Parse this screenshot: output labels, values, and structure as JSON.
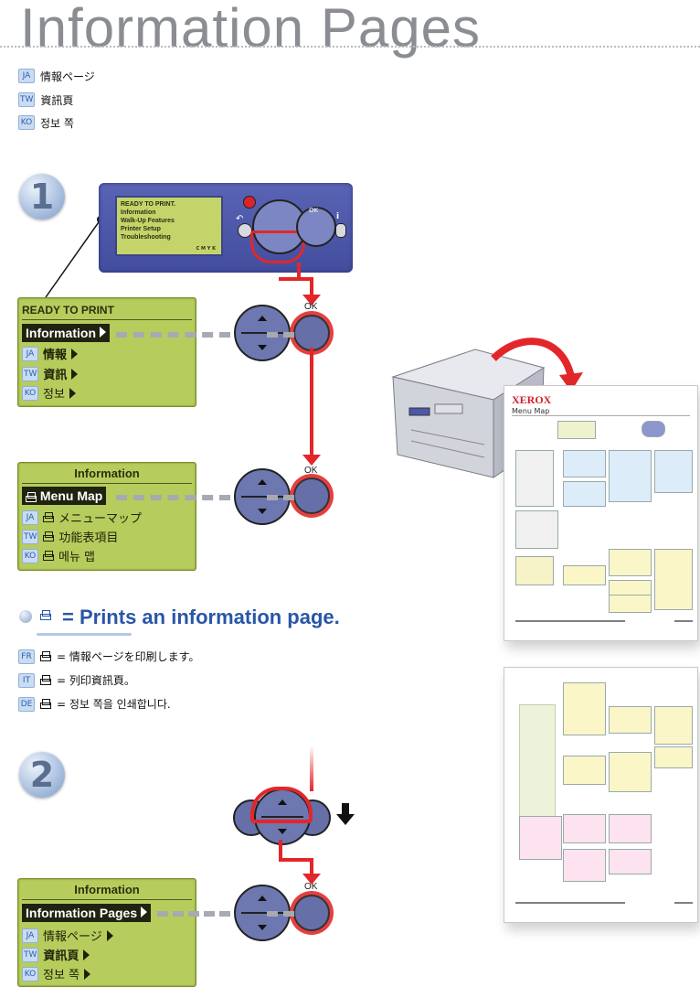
{
  "page": {
    "title": "Information Pages",
    "langs": [
      {
        "code": "JA",
        "text": "情報ページ"
      },
      {
        "code": "TW",
        "text": "資訊頁"
      },
      {
        "code": "KO",
        "text": "정보 쪽"
      }
    ]
  },
  "steps": {
    "one": "1",
    "two": "2"
  },
  "front_panel": {
    "lcd_lines": [
      "READY TO PRINT.",
      "Information",
      "Walk-Up Features",
      "Printer Setup",
      "Troubleshooting"
    ],
    "cmyk_label": "C M Y K",
    "ok_label": "OK"
  },
  "menu1": {
    "header": "READY TO PRINT",
    "selected": "Information",
    "items": [
      {
        "code": "JA",
        "text": "情報"
      },
      {
        "code": "TW",
        "text": "資訊"
      },
      {
        "code": "KO",
        "text": "정보"
      }
    ],
    "ok_label": "OK"
  },
  "menu2": {
    "header": "Information",
    "selected": "Menu Map",
    "items": [
      {
        "code": "JA",
        "text": "メニューマップ"
      },
      {
        "code": "TW",
        "text": "功能表項目"
      },
      {
        "code": "KO",
        "text": "메뉴 맵"
      }
    ],
    "ok_label": "OK"
  },
  "legend": {
    "text": "= Prints an information page.",
    "lines": [
      {
        "code": "FR",
        "text": "= 情報ページを印刷します。"
      },
      {
        "code": "IT",
        "text": "= 列印資訊頁。"
      },
      {
        "code": "DE",
        "text": "= 정보 쪽을 인쇄합니다."
      }
    ]
  },
  "menu3": {
    "header": "Information",
    "selected": "Information Pages",
    "items": [
      {
        "code": "JA",
        "text": "情報ページ"
      },
      {
        "code": "TW",
        "text": "資訊頁"
      },
      {
        "code": "KO",
        "text": "정보 쪽"
      }
    ],
    "ok_label": "OK"
  },
  "menu_map_page": {
    "brand": "XEROX",
    "title": "Menu Map"
  },
  "icons": [
    "printer-icon",
    "arrow-down-icon",
    "back-icon",
    "info-icon",
    "cancel-icon"
  ]
}
